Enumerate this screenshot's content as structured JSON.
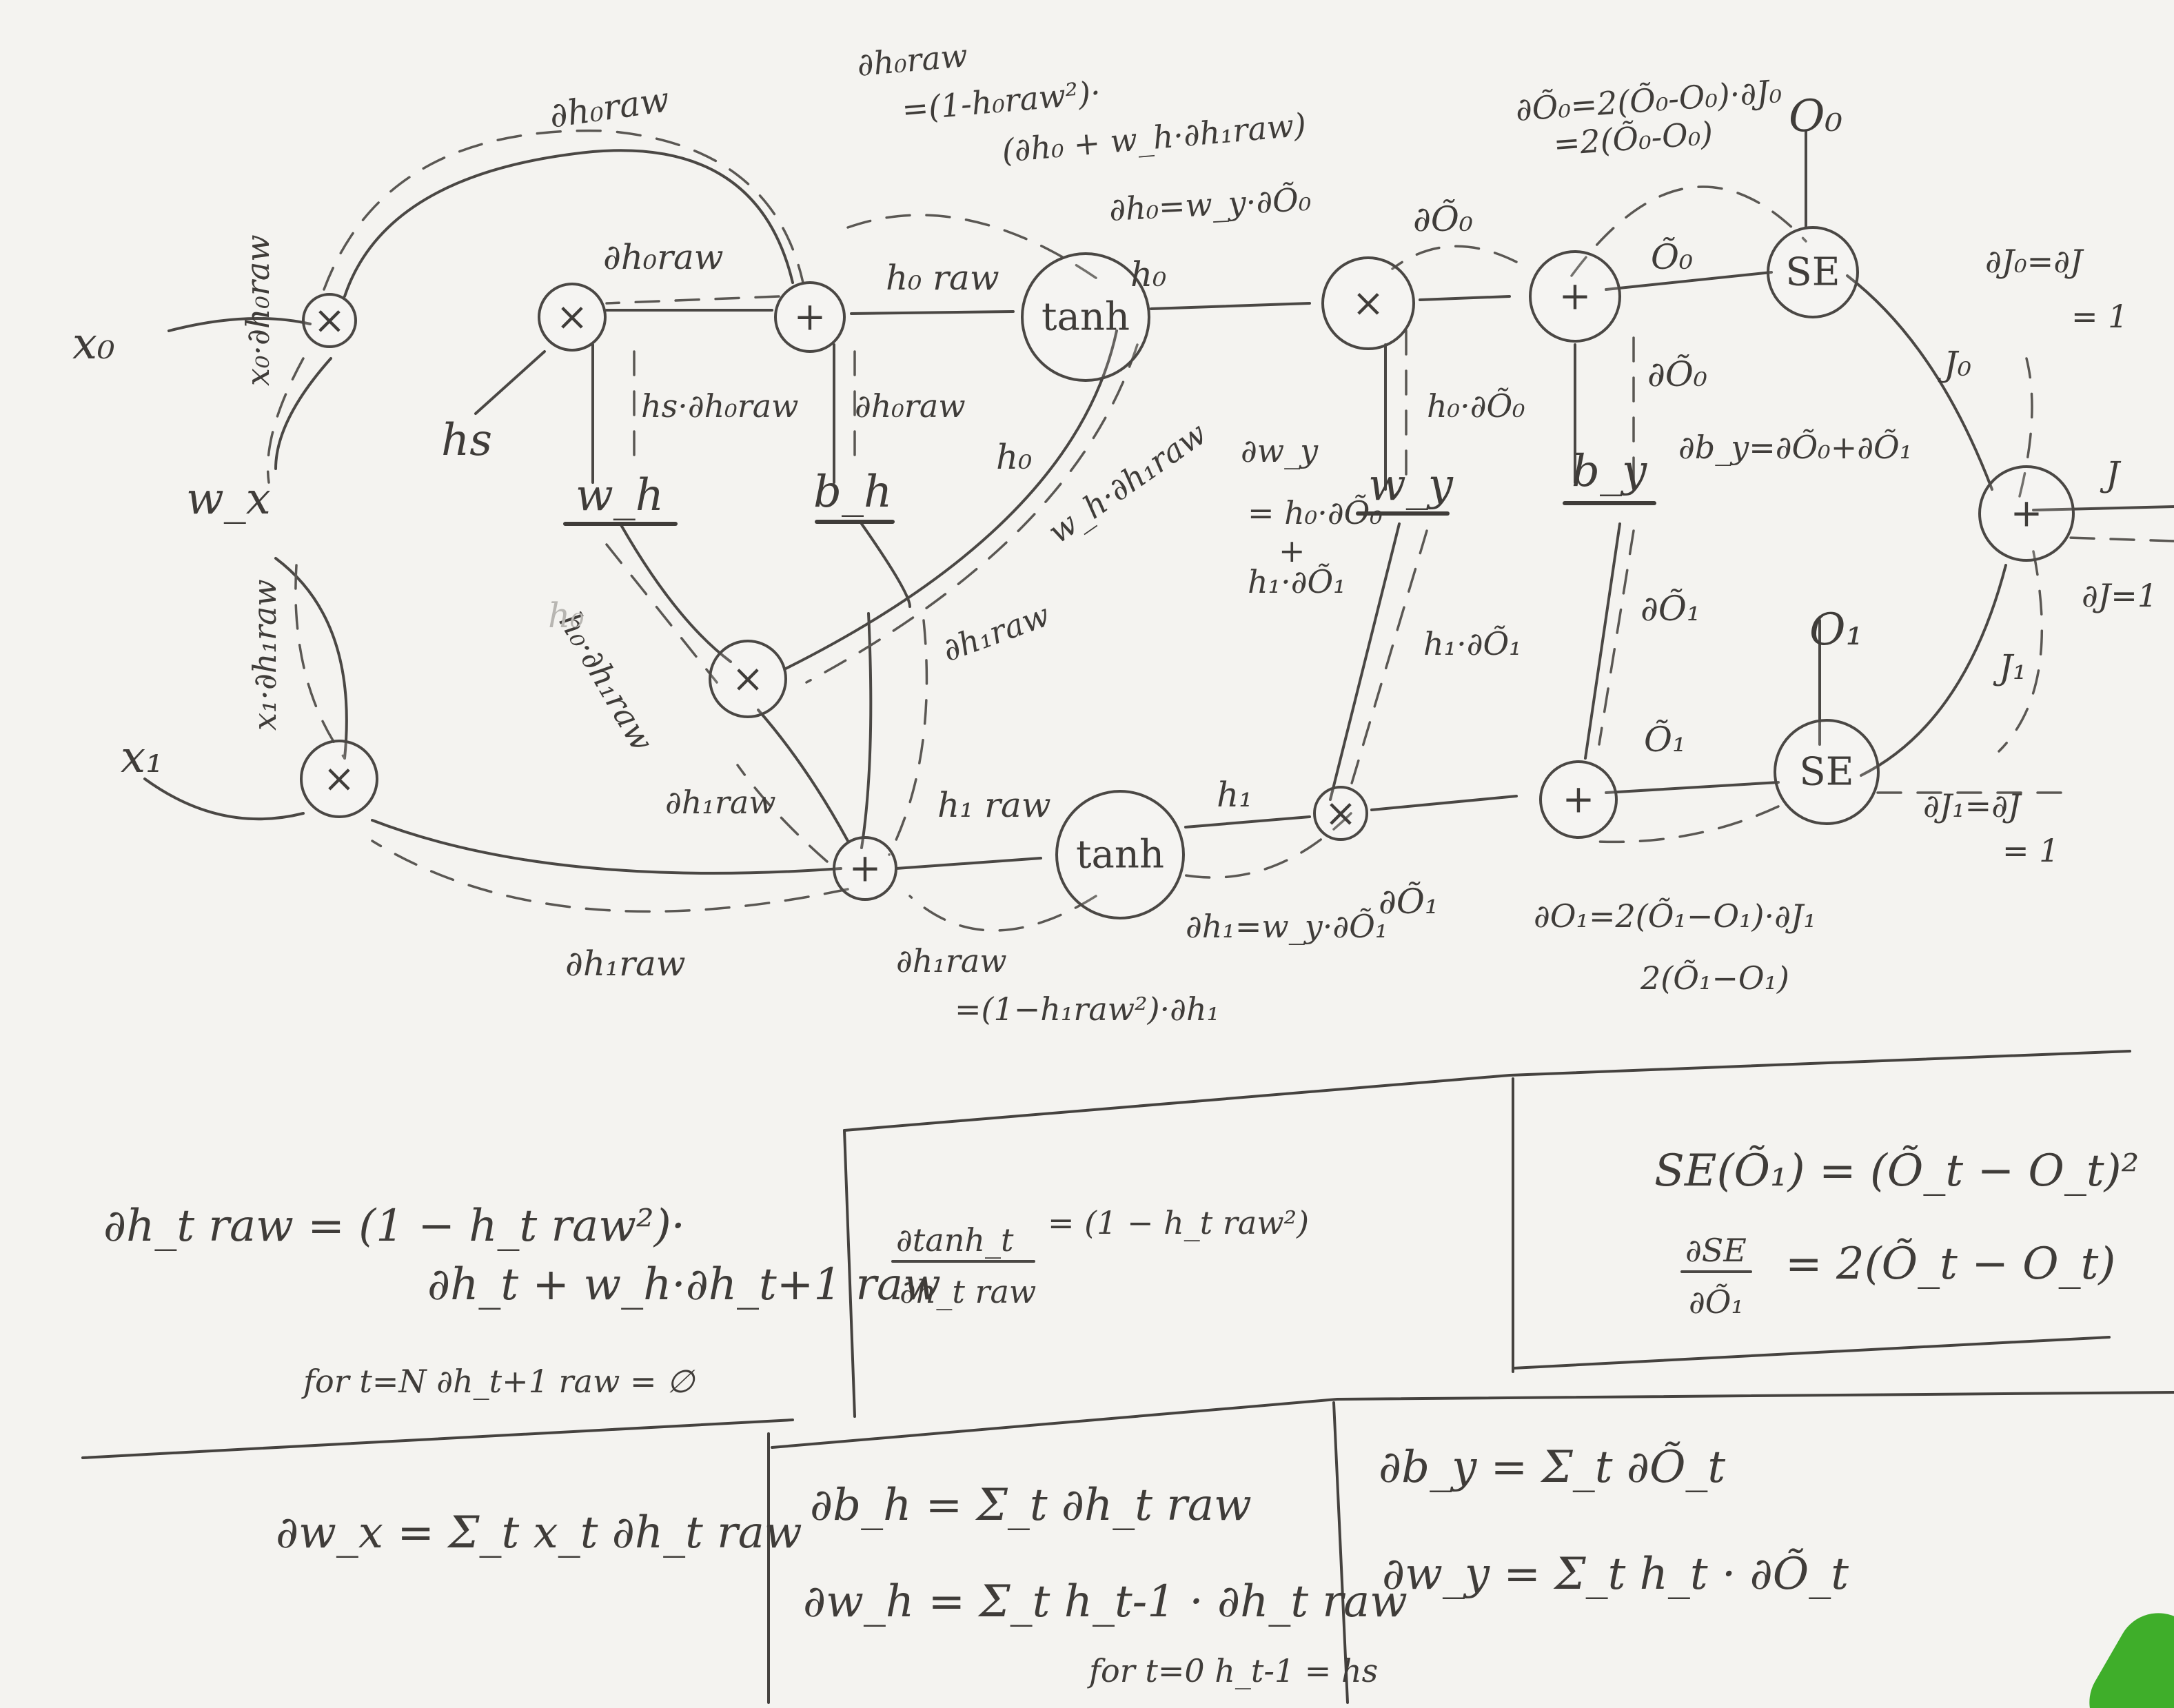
{
  "colors": {
    "paper": "#f4f3f0",
    "pencil": "#4a4744",
    "background": "#2a2621",
    "marker_cap": "#3fae2a"
  },
  "nodes": {
    "mul_x0": "×",
    "mul_hs": "×",
    "add_h0": "+",
    "tanh_0": "tanh",
    "mul_wy0": "×",
    "add_o0": "+",
    "se_0": "SE",
    "add_J": "+",
    "mul_x1": "×",
    "mul_h0": "×",
    "add_h1": "+",
    "tanh_1": "tanh",
    "mul_wy1": "×",
    "add_o1": "+",
    "se_1": "SE"
  },
  "params": {
    "w_x": "w_x",
    "w_h": "w_h",
    "b_h": "b_h",
    "w_y": "w_y",
    "b_y": "b_y"
  },
  "inputs": {
    "x0": "x₀",
    "x1": "x₁",
    "hs": "hs",
    "O0": "O₀",
    "O1": "O₁"
  },
  "labels": {
    "top_grad": "∂h₀raw",
    "top_formula_1": "∂h₀raw",
    "top_formula_2": "=(1-h₀raw²)·",
    "top_formula_3": "(∂h₀ + w_h·∂h₁raw)",
    "h0raw_fwd": "h₀ raw",
    "h0raw_back": "∂h₀raw",
    "dh0_eq": "∂h₀=w_y·∂Õ₀",
    "h0_out": "h₀",
    "dO0_top": "∂Õ₀",
    "O0_tilde": "Õ₀",
    "dO0_formula_1": "∂Õ₀=2(Õ₀-O₀)·∂J₀",
    "dO0_formula_2": "=2(Õ₀-O₀)",
    "dJ0": "∂J₀=∂J",
    "dJ0_val": "= 1",
    "J0": "J₀",
    "J": "J",
    "dJ": "∂J=1",
    "x0_dh0raw": "x₀·∂h₀raw",
    "hs_dh0raw": "hs·∂h₀raw",
    "dh0raw_b": "∂h₀raw",
    "h0_diag": "h₀",
    "wh_dh1raw": "w_h·∂h₁raw",
    "h0_dO0": "h₀·∂Õ₀",
    "dO0_right": "∂Õ₀",
    "dwy_1": "∂w_y",
    "dwy_2": "= h₀·∂Õ₀",
    "dwy_3": "+",
    "dwy_4": "h₁·∂Õ₁",
    "dby_eq": "∂b_y=∂Õ₀+∂Õ₁",
    "x1_dh1raw": "x₁·∂h₁raw",
    "h0_dh1raw": "h₀·∂h₁raw",
    "h0_faint": "h₀",
    "dh1raw_mid": "∂h₁raw",
    "h1_dO1": "h₁·∂Õ₁",
    "dO1_mid": "∂Õ₁",
    "O1_tilde": "Õ₁",
    "J1": "J₁",
    "dh1raw_left": "∂h₁raw",
    "h1raw_fwd": "h₁ raw",
    "h1_out": "h₁",
    "dO1_low": "∂Õ₁",
    "dJ1": "∂J₁=∂J",
    "dJ1_val": "= 1",
    "dh1raw_bottom": "∂h₁raw",
    "dh1raw_formula_1": "∂h₁raw",
    "dh1raw_formula_2": "=(1−h₁raw²)·∂h₁",
    "dh1_eq": "∂h₁=w_y·∂Õ₁",
    "dO1_formula_1": "∂O₁=2(Õ₁−O₁)·∂J₁",
    "dO1_formula_2": "2(Õ₁−O₁)"
  },
  "boxes": {
    "recurrence_1": "∂h_t raw = (1 − h_t raw²)·",
    "recurrence_2": "∂h_t + w_h·∂h_t+1 raw",
    "recurrence_3": "for t=N  ∂h_t+1 raw = ∅",
    "tanh_deriv_num": "∂tanh_t",
    "tanh_deriv_den": "∂h_t raw",
    "tanh_deriv_rhs": "= (1 − h_t raw²)",
    "se_def": "SE(Õ₁) = (Õ_t − O_t)²",
    "se_deriv_num": "∂SE",
    "se_deriv_den": "∂Õ₁",
    "se_deriv_rhs": "= 2(Õ_t − O_t)",
    "dwx": "∂w_x = Σ_t x_t ∂h_t raw",
    "dbh": "∂b_h = Σ_t ∂h_t raw",
    "dwh": "∂w_h = Σ_t h_t-1 · ∂h_t raw",
    "dwh_note": "for t=0  h_t-1 = hs",
    "dby": "∂b_y = Σ_t ∂Õ_t",
    "dwy": "∂w_y = Σ_t h_t · ∂Õ_t"
  }
}
